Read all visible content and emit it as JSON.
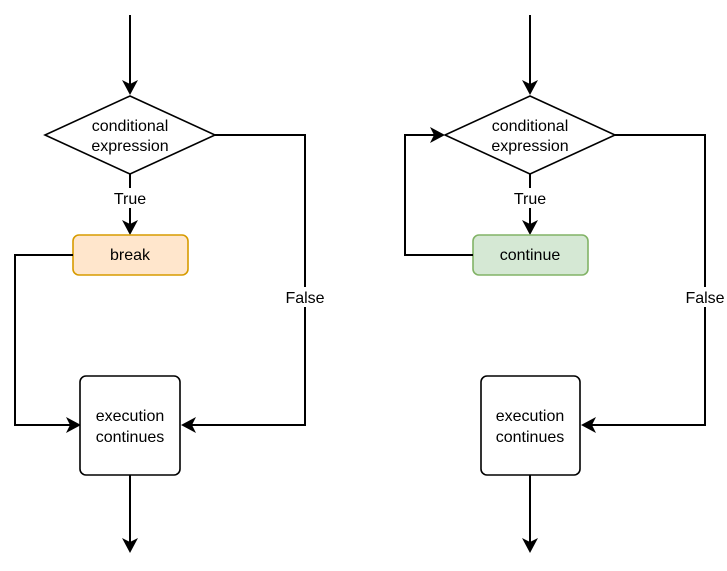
{
  "left_diagram": {
    "condition": {
      "line1": "conditional",
      "line2": "expression"
    },
    "true_label": "True",
    "false_label": "False",
    "action": {
      "label": "break",
      "fill": "#ffe6cc",
      "stroke": "#d79b00"
    },
    "result": {
      "line1": "execution",
      "line2": "continues"
    }
  },
  "right_diagram": {
    "condition": {
      "line1": "conditional",
      "line2": "expression"
    },
    "true_label": "True",
    "false_label": "False",
    "action": {
      "label": "continue",
      "fill": "#d5e8d4",
      "stroke": "#82b366"
    },
    "result": {
      "line1": "execution",
      "line2": "continues"
    }
  }
}
